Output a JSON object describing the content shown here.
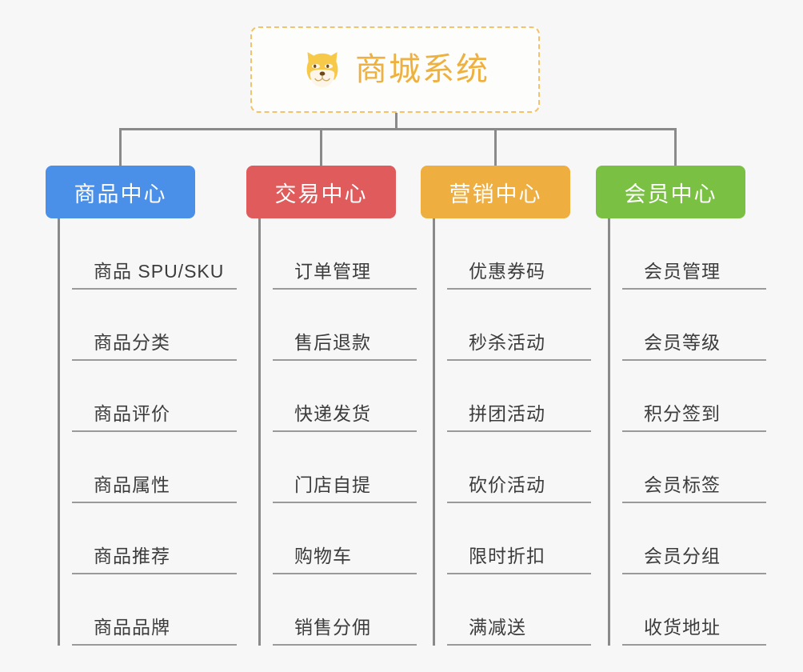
{
  "page": {
    "background_color": "#f7f7f7",
    "line_color": "#8a8a8a"
  },
  "root": {
    "title": "商城系统",
    "icon": "shiba-dog-icon",
    "title_color": "#eeb03f",
    "border_color": "#f3c36b",
    "fill_color": "#fdfdfc"
  },
  "columns": [
    {
      "id": "product-center",
      "label": "商品中心",
      "color": "#4a90e8",
      "items": [
        "商品 SPU/SKU",
        "商品分类",
        "商品评价",
        "商品属性",
        "商品推荐",
        "商品品牌"
      ]
    },
    {
      "id": "trade-center",
      "label": "交易中心",
      "color": "#e05b5b",
      "items": [
        "订单管理",
        "售后退款",
        "快递发货",
        "门店自提",
        "购物车",
        "销售分佣"
      ]
    },
    {
      "id": "marketing-center",
      "label": "营销中心",
      "color": "#eeae40",
      "items": [
        "优惠券码",
        "秒杀活动",
        "拼团活动",
        "砍价活动",
        "限时折扣",
        "满减送"
      ]
    },
    {
      "id": "member-center",
      "label": "会员中心",
      "color": "#7ac143",
      "items": [
        "会员管理",
        "会员等级",
        "积分签到",
        "会员标签",
        "会员分组",
        "收货地址"
      ]
    }
  ]
}
